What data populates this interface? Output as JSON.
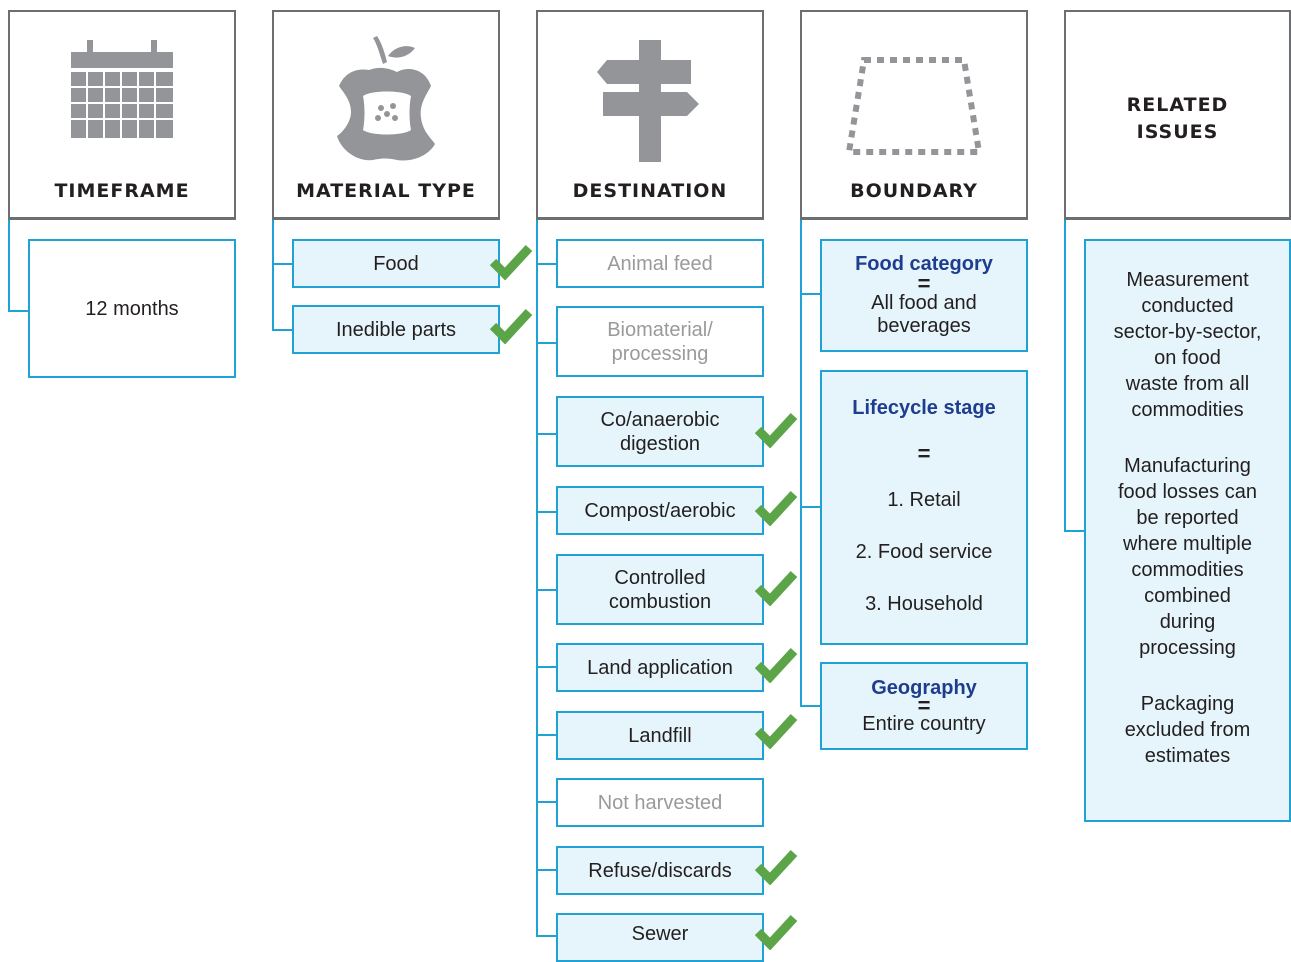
{
  "timeframe": {
    "title": "TIMEFRAME",
    "value": "12 months"
  },
  "material_type": {
    "title": "MATERIAL TYPE",
    "items": [
      {
        "label": "Food",
        "included": true
      },
      {
        "label": "Inedible parts",
        "included": true
      }
    ]
  },
  "destination": {
    "title": "DESTINATION",
    "items": [
      {
        "line1": "Animal feed",
        "line2": "",
        "included": false
      },
      {
        "line1": "Biomaterial/",
        "line2": "processing",
        "included": false
      },
      {
        "line1": "Co/anaerobic",
        "line2": "digestion",
        "included": true
      },
      {
        "line1": "Compost/aerobic",
        "line2": "",
        "included": true
      },
      {
        "line1": "Controlled",
        "line2": "combustion",
        "included": true
      },
      {
        "line1": "Land application",
        "line2": "",
        "included": true
      },
      {
        "line1": "Landfill",
        "line2": "",
        "included": true
      },
      {
        "line1": "Not harvested",
        "line2": "",
        "included": false
      },
      {
        "line1": "Refuse/discards",
        "line2": "",
        "included": true
      },
      {
        "line1": "Sewer",
        "line2": "",
        "included": true
      }
    ]
  },
  "boundary": {
    "title": "BOUNDARY",
    "food_category": {
      "label": "Food category",
      "equals": "=",
      "line1": "All food and",
      "line2": "beverages"
    },
    "lifecycle_stage": {
      "label": "Lifecycle stage",
      "equals": "=",
      "stages": [
        "1. Retail",
        "2. Food service",
        "3. Household"
      ]
    },
    "geography": {
      "label": "Geography",
      "equals": "=",
      "value": "Entire country"
    }
  },
  "related_issues": {
    "title_line1": "RELATED",
    "title_line2": "ISSUES",
    "paragraphs": [
      [
        "Measurement",
        "conducted",
        "sector-by-sector,",
        "on food",
        "waste from all",
        "commodities"
      ],
      [
        "Manufacturing",
        "food losses can",
        "be reported",
        "where multiple",
        "commodities",
        "combined",
        "during",
        "processing"
      ],
      [
        "Packaging",
        "excluded from",
        "estimates"
      ]
    ]
  },
  "colors": {
    "header_border": "#6d6e71",
    "icon_grey": "#939598",
    "box_border": "#1fa3d6",
    "box_fill": "#e5f5fb",
    "check_green": "#5ba548",
    "label_blue": "#1f3d8f",
    "excluded_text": "#9a9a9a"
  },
  "icons": [
    "calendar-icon",
    "apple-core-icon",
    "signpost-icon",
    "dotted-boundary-icon",
    "checkmark-icon"
  ]
}
